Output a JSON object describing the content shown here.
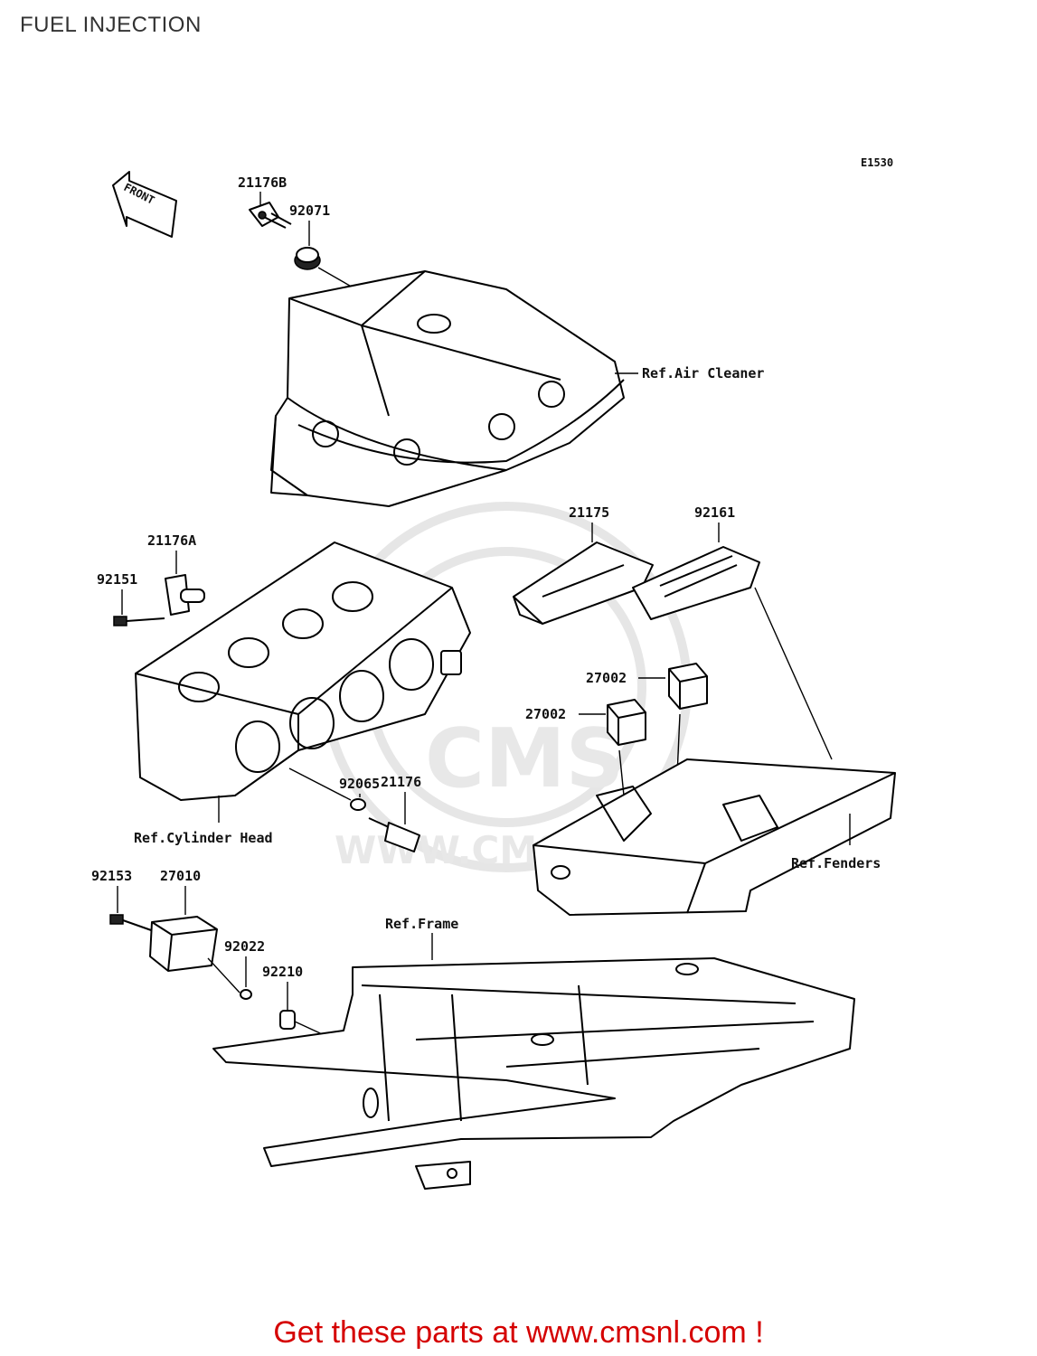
{
  "header": {
    "title": "FUEL INJECTION"
  },
  "diagram": {
    "code": "E1530",
    "front_label": "FRONT",
    "parts": {
      "p21176B": "21176B",
      "p92071": "92071",
      "p21176A": "21176A",
      "p92151": "92151",
      "p21175": "21175",
      "p92161": "92161",
      "p27002a": "27002",
      "p27002b": "27002",
      "p92065": "92065",
      "p21176": "21176",
      "p92153": "92153",
      "p27010": "27010",
      "p92022": "92022",
      "p92210": "92210"
    },
    "refs": {
      "air_cleaner": "Ref.Air Cleaner",
      "cylinder_head": "Ref.Cylinder Head",
      "fenders": "Ref.Fenders",
      "frame": "Ref.Frame"
    },
    "watermark": {
      "brand": "CMS",
      "url": "WWW.CMSNL.COM"
    }
  },
  "footer": {
    "cta": "Get these parts at www.cmsnl.com !",
    "color": "#d50000"
  }
}
